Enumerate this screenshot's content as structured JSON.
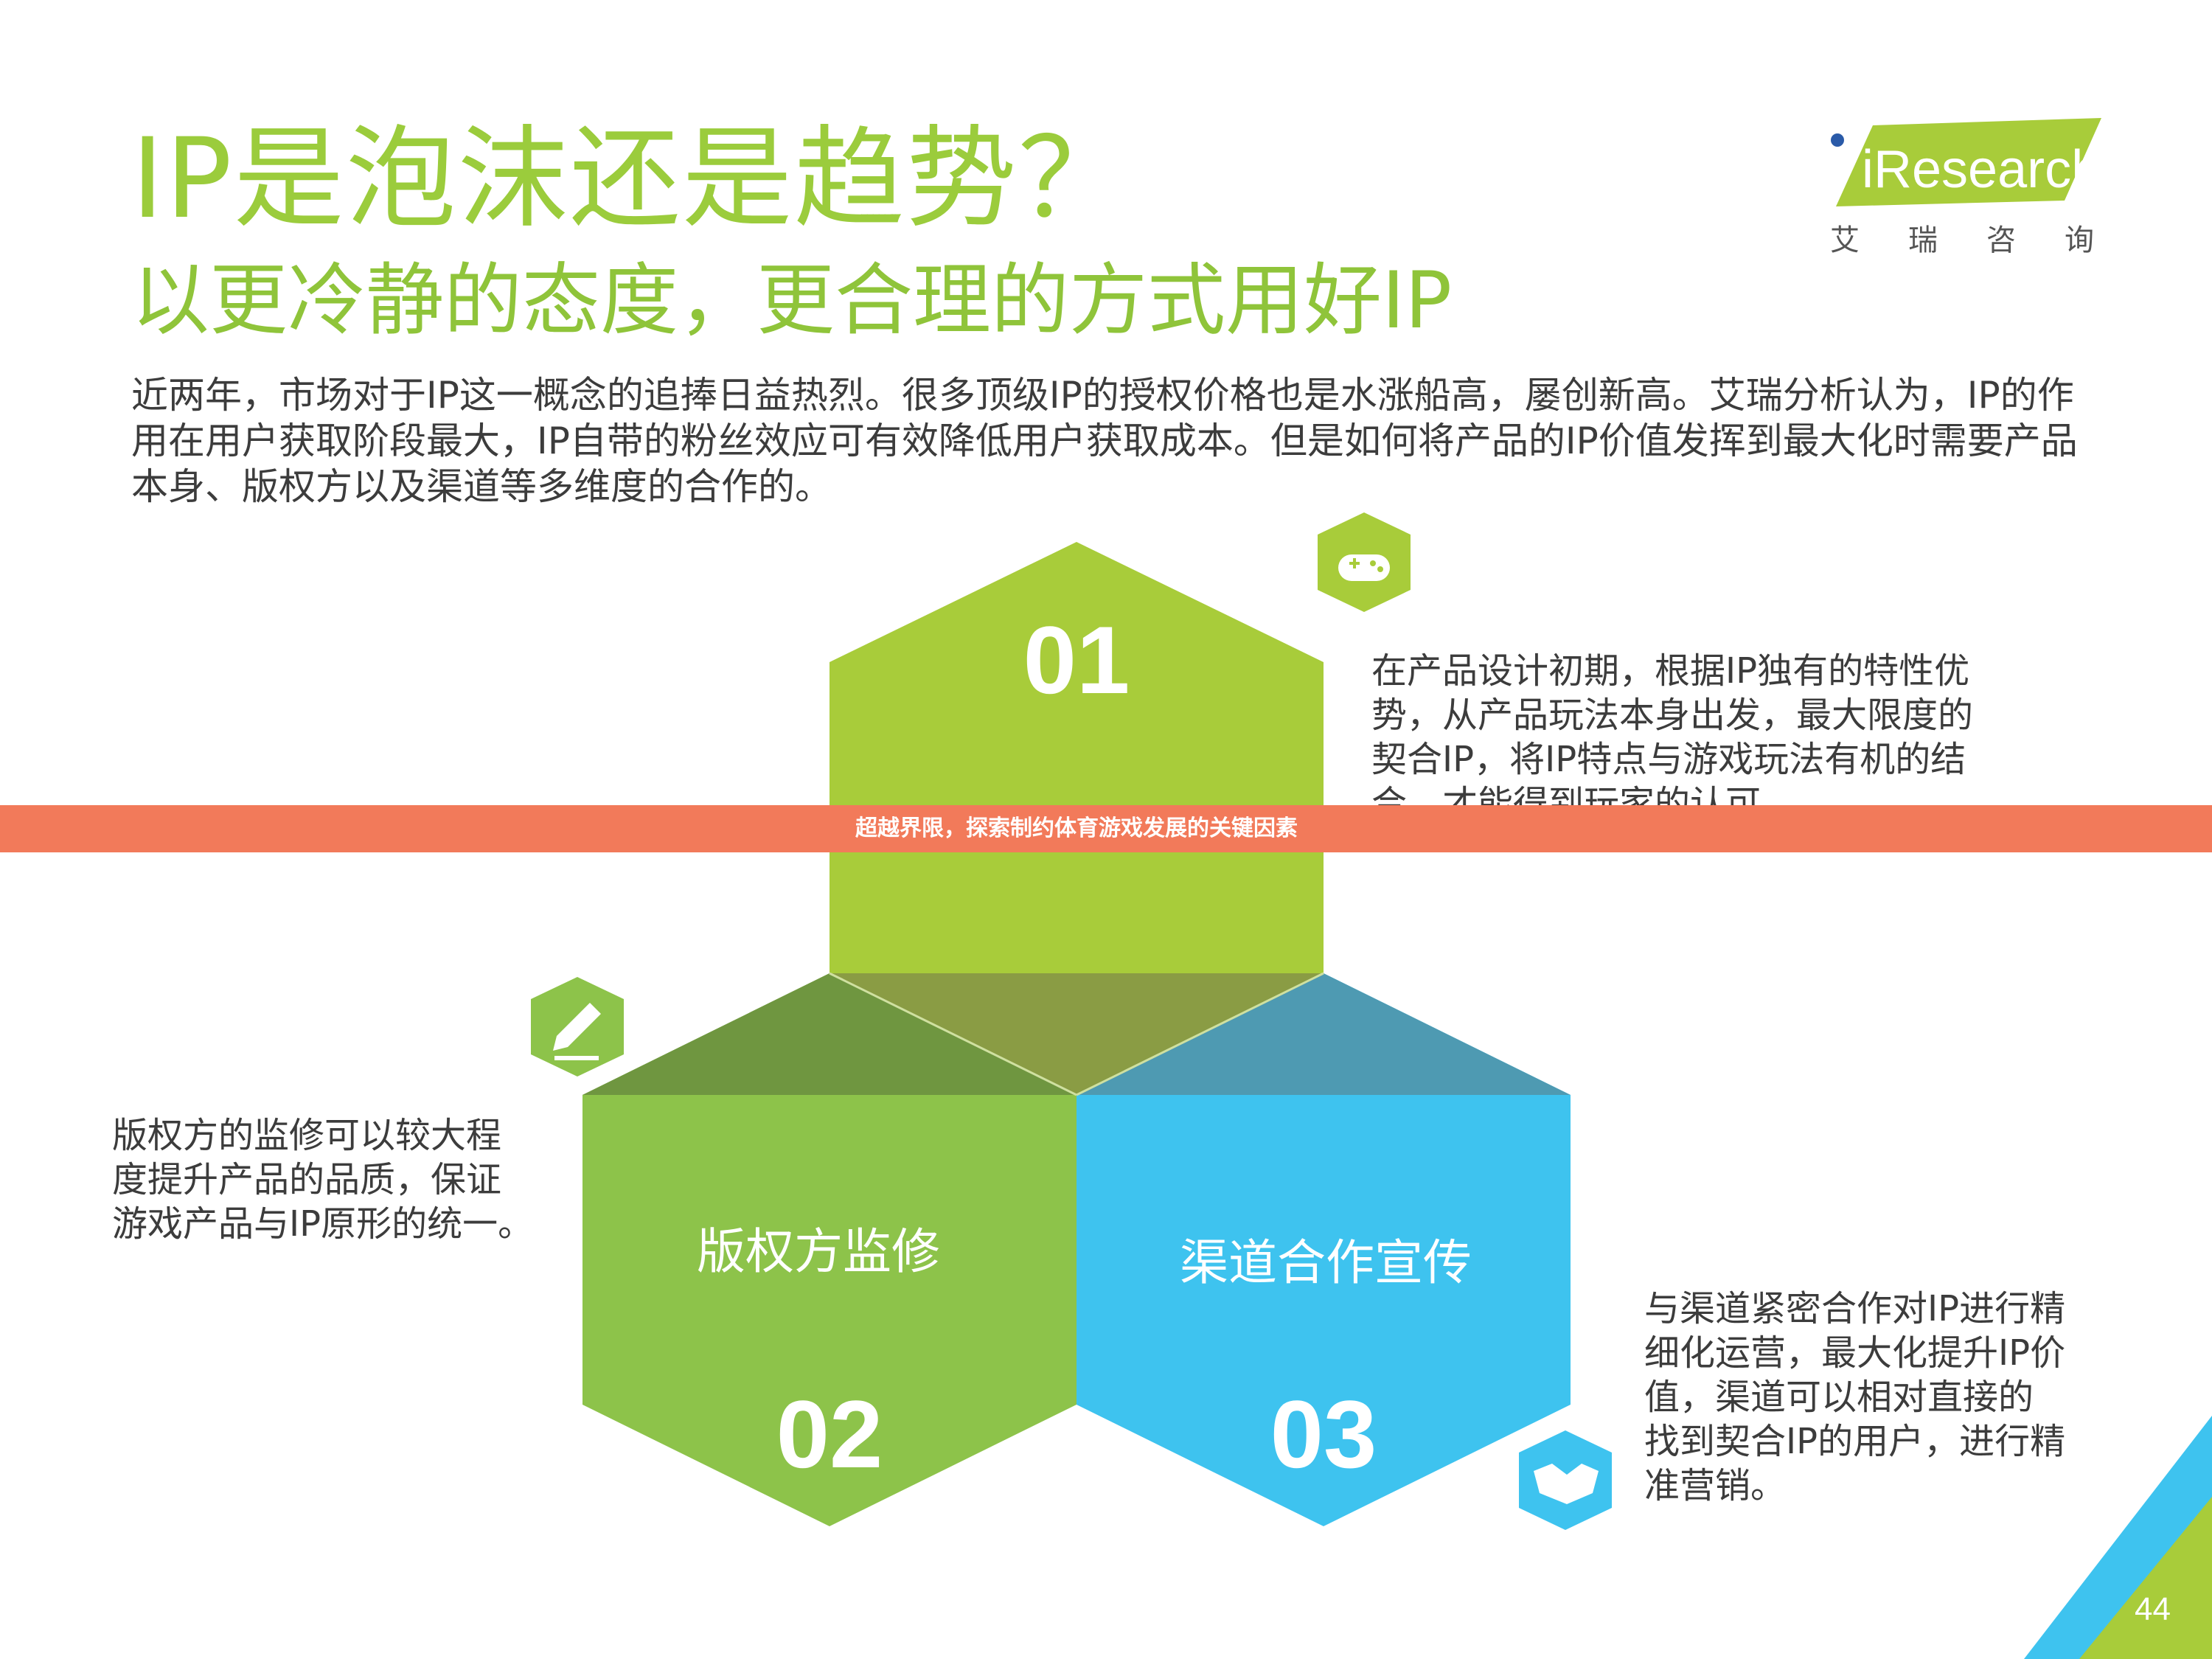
{
  "header": {
    "title": "IP是泡沫还是趋势？",
    "subtitle": "以更冷静的态度，更合理的方式用好IP"
  },
  "intro": {
    "lines": [
      "近两年，市场对于IP这一概念的追捧日益热烈。很多顶级IP的授权价格也是水涨船高，屡创新高。艾瑞分析认为，IP的作",
      "用在用户获取阶段最大，IP自带的粉丝效应可有效降低用户获取成本。但是如何将产品的IP价值发挥到最大化时需要产品",
      "本身、版权方以及渠道等多维度的合作的。"
    ]
  },
  "logo": {
    "wordmark": "iResearch",
    "chinese": "艾瑞咨询"
  },
  "hexagons": {
    "h1": {
      "number": "01",
      "icon": "gamepad-icon",
      "desc_lines": [
        "在产品设计初期，根据IP独有的特性优",
        "势，从产品玩法本身出发，最大限度的",
        "契合IP，将IP特点与游戏玩法有机的结",
        "合，才能得到玩家的认可。"
      ]
    },
    "h2": {
      "number": "02",
      "label": "版权方监修",
      "icon": "pencil-icon",
      "desc_lines": [
        "版权方的监修可以较大程",
        "度提升产品的品质，保证",
        "游戏产品与IP原形的统一。"
      ]
    },
    "h3": {
      "number": "03",
      "label": "渠道合作宣传",
      "icon": "handshake-icon",
      "desc_lines": [
        "与渠道紧密合作对IP进行精",
        "细化运营，最大化提升IP价",
        "值，渠道可以相对直接的",
        "找到契合IP的用户，进行精",
        "准营销。"
      ]
    }
  },
  "colors": {
    "lime": "#a8cc3a",
    "green": "#8dc34a",
    "blue": "#3ec3ef",
    "banner": "#f27a5a"
  },
  "banner": {
    "text": "超越界限，探索制约体育游戏发展的关键因素"
  },
  "footer": {
    "page_number": "44"
  }
}
